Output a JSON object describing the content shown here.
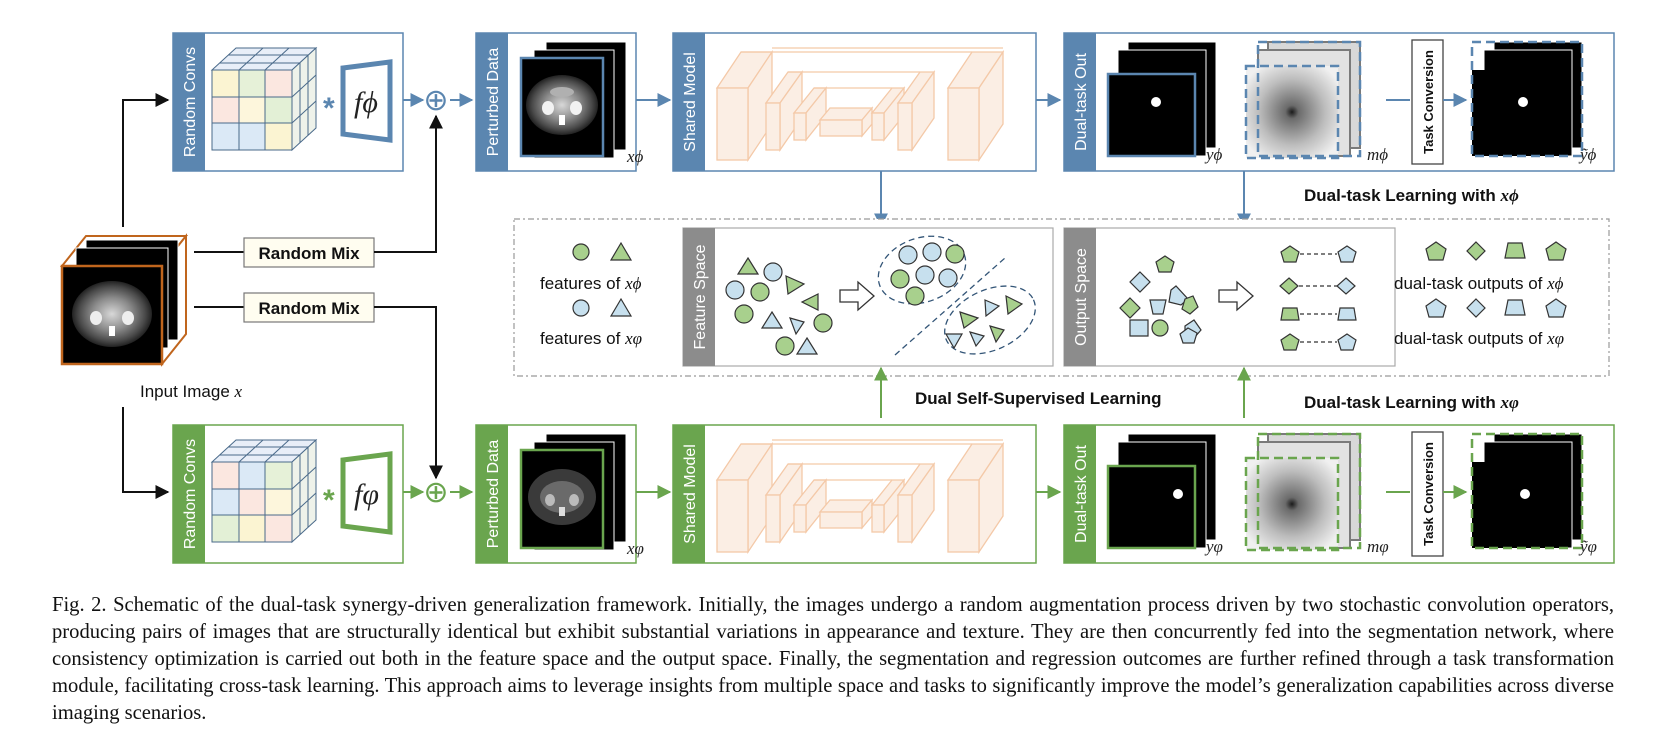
{
  "colors": {
    "blue": "#5b86b0",
    "green": "#6aa54e",
    "orange": "#c0651d",
    "gray": "#8c8c8c",
    "unet": "#f4c9a8",
    "feat_green": "#a8d08d",
    "feat_blue": "#c7e0ee"
  },
  "labels": {
    "random_convs": "Random Convs",
    "perturbed_data": "Perturbed Data",
    "shared_model": "Shared Model",
    "dual_task_out": "Dual-task Out",
    "task_conversion": "Task Conversion",
    "random_mix": "Random Mix",
    "input_image": "Input Image",
    "input_var": "x",
    "feature_space": "Feature Space",
    "output_space": "Output Space",
    "dual_ssl": "Dual Self-Supervised Learning",
    "dtl_phi": "Dual-task Learning with",
    "dtl_varphi": "Dual-task Learning with",
    "features_of": "features of",
    "dual_task_outputs_of": "dual-task outputs of"
  },
  "symbols": {
    "f_phi": "fϕ",
    "f_varphi": "fφ",
    "x_phi": "xϕ",
    "x_varphi": "xφ",
    "y_phi": "yϕ",
    "y_varphi": "yφ",
    "m_phi": "mϕ",
    "m_varphi": "mφ",
    "ytilde_phi": "ỹϕ",
    "ytilde_varphi": "ỹφ",
    "oplus": "⊕",
    "conv": "*"
  },
  "caption": "Fig. 2. Schematic of the dual-task synergy-driven generalization framework. Initially, the images undergo a random augmentation process driven by two stochastic convolution operators, producing pairs of images that are structurally identical but exhibit substantial variations in appearance and texture. They are then concurrently fed into the segmentation network, where consistency optimization is carried out both in the feature space and the output space. Finally, the segmentation and regression outcomes are further refined through a task transformation module, facilitating cross-task learning. This approach aims to leverage insights from multiple space and tasks to significantly improve the model’s generalization capabilities across diverse imaging scenarios."
}
